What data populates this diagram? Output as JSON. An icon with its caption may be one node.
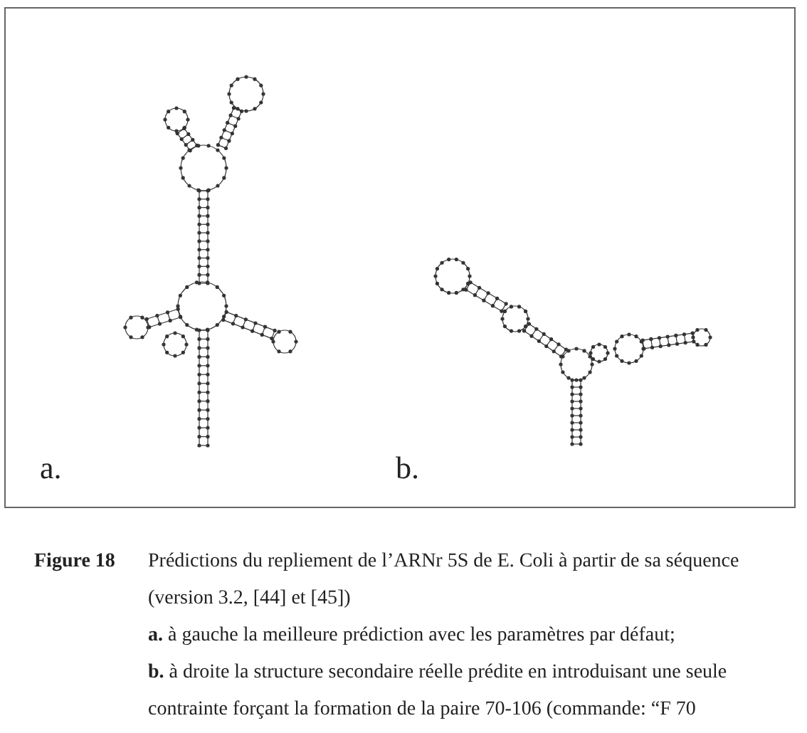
{
  "diagram": {
    "labels": [
      "a.",
      "b.",
      "Figure 18",
      "Prédictions du repliement de l’ARNr 5S de E. Coli à partir de sa séquence (version 3.2, [44] et [45])",
      "**a.** à gauche la meilleure prédiction avec les paramètres par défaut;",
      "**b.** à droite la structure secondaire réelle prédite en introduisant une seule contrainte forçant la formation de la paire 70-106 (commande: “F 70"
    ]
  }
}
